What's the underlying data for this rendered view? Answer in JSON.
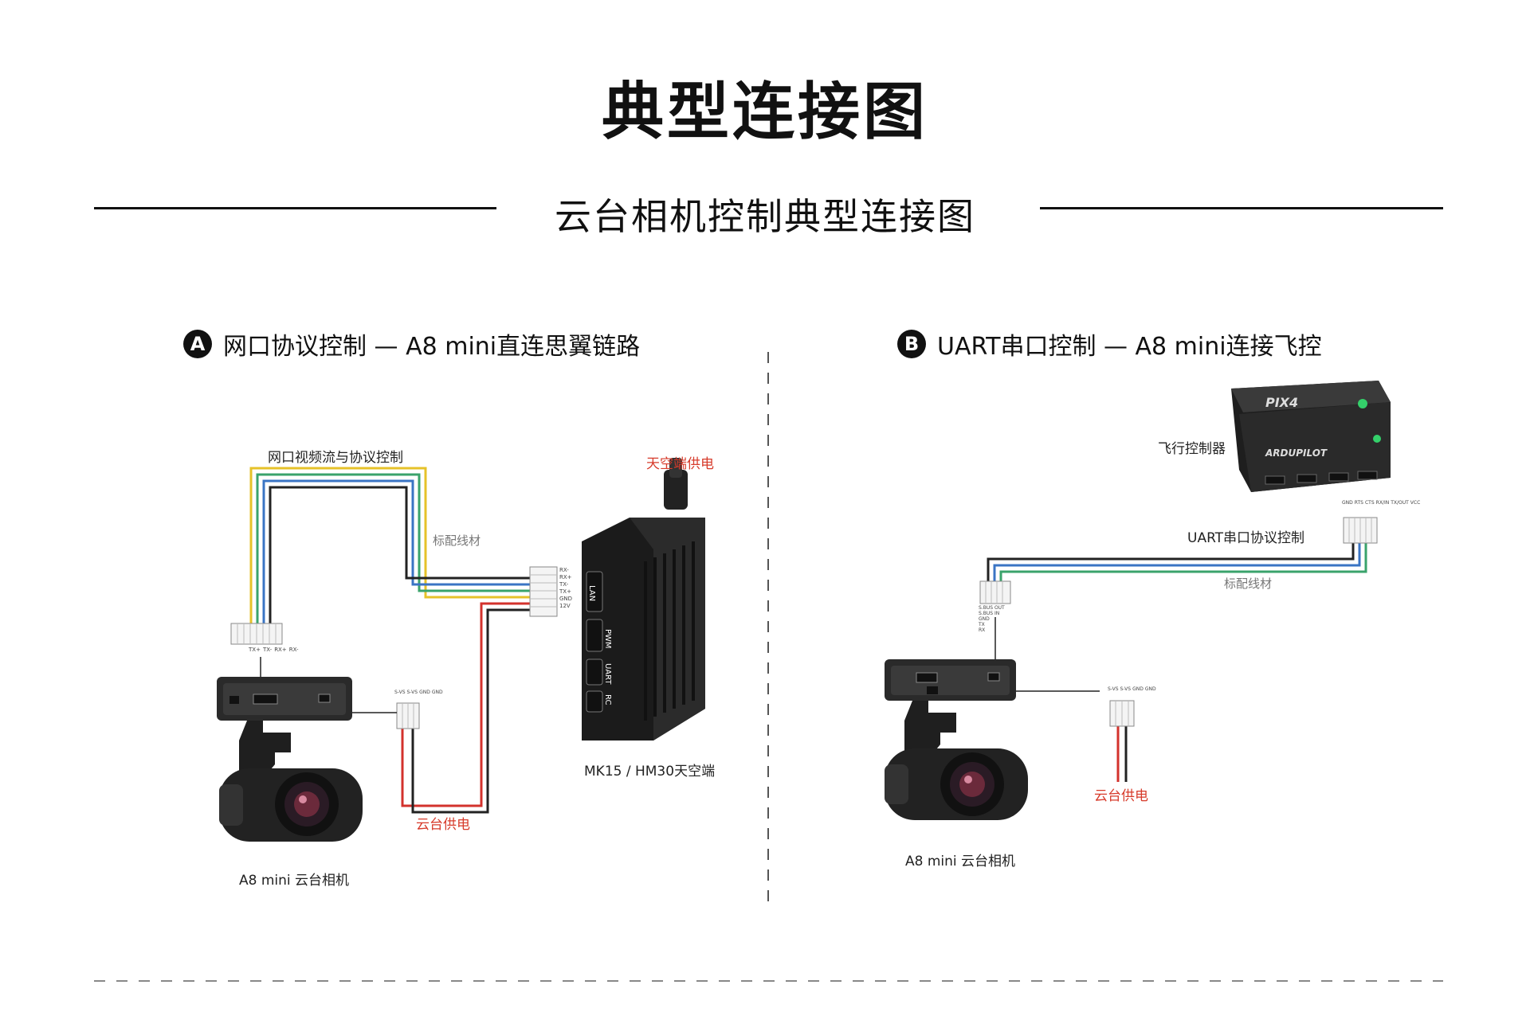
{
  "title": "典型连接图",
  "subtitle": "云台相机控制典型连接图",
  "section_a": {
    "badge": "A",
    "title": "网口协议控制 — A8 mini直连思翼链路",
    "cable_top_label": "网口视频流与协议控制",
    "cable_std_label": "标配线材",
    "air_power_label": "天空端供电",
    "gimbal_power_label": "云台供电",
    "air_unit_label": "MK15 / HM30天空端",
    "camera_label": "A8 mini 云台相机",
    "air_ports": [
      "LAN",
      "PWM",
      "UART",
      "RC"
    ],
    "connector_pins": [
      "RX-",
      "RX+",
      "TX-",
      "TX+",
      "GND",
      "12V"
    ],
    "camera_connector_pins": [
      "TX+",
      "TX-",
      "RX+",
      "RX-"
    ],
    "power_connector_pins": [
      "S-VS",
      "S-VS",
      "GND",
      "GND"
    ]
  },
  "section_b": {
    "badge": "B",
    "title": "UART串口控制 — A8 mini连接飞控",
    "fc_label": "飞行控制器",
    "uart_label": "UART串口协议控制",
    "cable_std_label": "标配线材",
    "gimbal_power_label": "云台供电",
    "camera_label": "A8 mini 云台相机",
    "fc_brand": "ARDUPILOT",
    "fc_model": "PIX4",
    "fc_pins": [
      "GND",
      "RTS",
      "CTS",
      "RX/IN",
      "TX/OUT",
      "VCC"
    ],
    "camera_pins": [
      "S.BUS OUT",
      "S.BUS IN",
      "GND",
      "TX",
      "RX"
    ],
    "power_pins": [
      "S-VS",
      "S-VS",
      "GND",
      "GND"
    ]
  },
  "colors": {
    "cable_yellow": "#e6c229",
    "cable_green": "#3aa36b",
    "cable_blue": "#3a74c4",
    "cable_black": "#222222",
    "cable_red": "#d3322c",
    "label_red": "#d73b2b"
  }
}
